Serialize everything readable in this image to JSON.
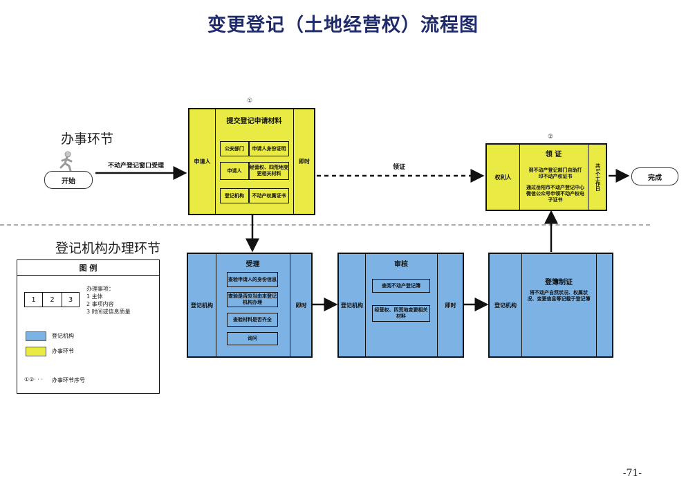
{
  "title": "变更登记（土地经营权）流程图",
  "sections": {
    "top": "办事环节",
    "bottom": "登记机构办理环节"
  },
  "start": {
    "label": "开始",
    "arrow_label": "不动产登记窗口受理"
  },
  "step1": {
    "number": "①",
    "header": "提交登记申请材料",
    "left_role": "申请人",
    "right_time": "即时",
    "rows": [
      {
        "party": "公安部门",
        "material": "申请人身份证明"
      },
      {
        "party": "申请人",
        "material": "经营权、四荒地变更相关材料"
      },
      {
        "party": "登记机构",
        "material": "不动产权属证书"
      }
    ]
  },
  "arrow_collect": "领证",
  "step2": {
    "number": "②",
    "header": "领 证",
    "left_role": "权利人",
    "right_time": "共1个工作日",
    "text1": "到不动产登记部门自助打印不动产权证书",
    "text2": "通过岳阳市不动产登记中心微信公众号申领不动产权电子证书"
  },
  "finish": {
    "label": "完成"
  },
  "proc_accept": {
    "header": "受理",
    "left_role": "登记机构",
    "right_time": "即时",
    "items": [
      "查验申请人的身份信息",
      "查验是否应当由本登记机构办理",
      "查验材料是否齐全",
      "询问"
    ]
  },
  "proc_review": {
    "header": "审核",
    "left_role": "登记机构",
    "right_time": "即时",
    "items": [
      "查阅不动产登记簿",
      "经营权、四荒地变更相关材料"
    ]
  },
  "proc_register": {
    "header": "登簿制证",
    "left_role": "登记机构",
    "text": "将不动产自然状况、权属状况、变更信息等记载于登记簿"
  },
  "legend": {
    "title": "图 例",
    "cells": [
      "1",
      "2",
      "3"
    ],
    "items_title": "办理事项：",
    "items": [
      "1 主体",
      "2 事项内容",
      "3 时间或信息质量"
    ],
    "blue_label": "登记机构",
    "yellow_label": "办事环节",
    "seq_symbol": "①②· · ·",
    "seq_label": "办事环节序号",
    "colors": {
      "blue": "#7db3e4",
      "yellow": "#e9ea44"
    }
  },
  "page_number": "-71-"
}
